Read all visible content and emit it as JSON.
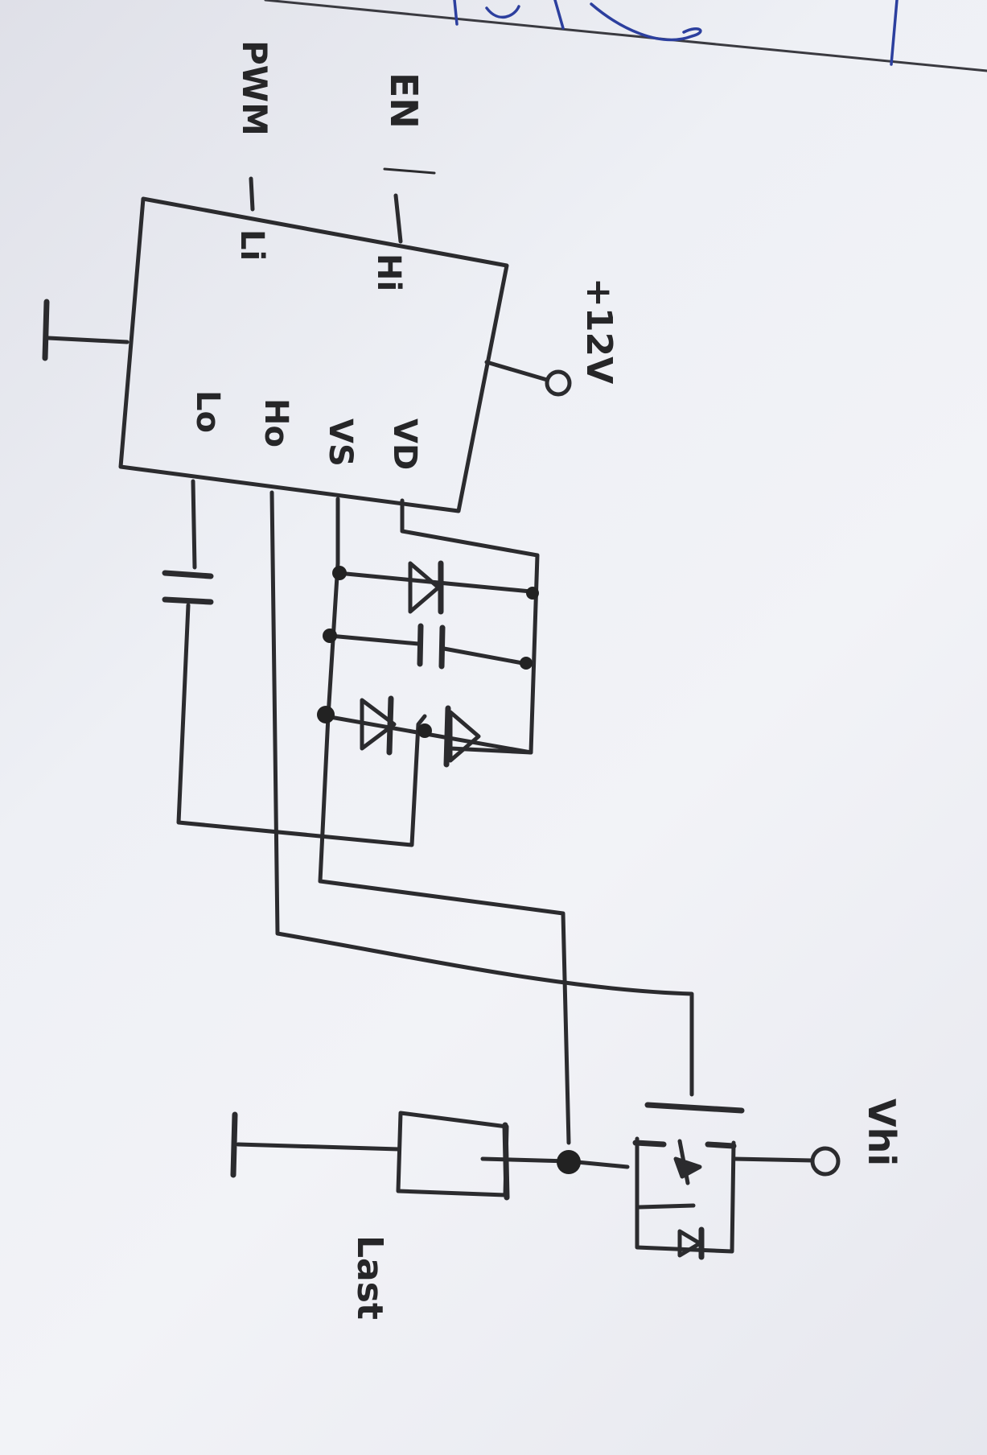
{
  "diagram": {
    "inputs": {
      "pwm": "PWM",
      "en": "EN"
    },
    "supply": "+12V",
    "pins": {
      "li": "Li",
      "hi": "Hi",
      "vd": "VD",
      "vs": "VS",
      "ho": "Ho",
      "lo": "Lo"
    },
    "rail": "Vhi",
    "load": "Last"
  }
}
